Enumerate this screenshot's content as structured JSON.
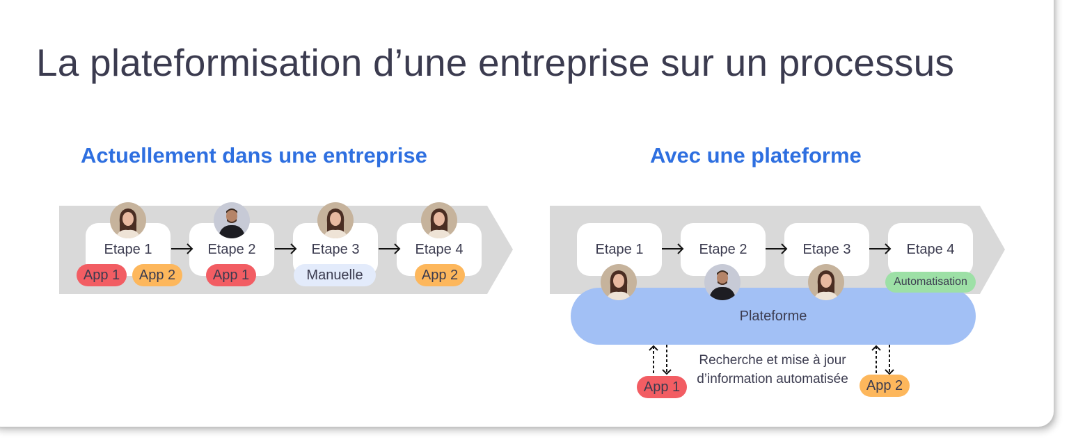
{
  "title": "La plateformisation d’une entreprise sur un processus",
  "colors": {
    "title_text": "#3b3b4f",
    "section_title": "#2e6fe0",
    "band_gray": "#d9d9d9",
    "app1_red": "#f25d63",
    "app2_orange": "#fdb75c",
    "manual_light": "#e3ebfb",
    "automation_green": "#9de0a6",
    "platform_blue": "#a2c0f5"
  },
  "left": {
    "heading": "Actuellement dans une entreprise",
    "steps": [
      {
        "label": "Etape 1",
        "avatar": "woman-avatar",
        "tags": [
          {
            "label": "App 1",
            "kind": "red"
          },
          {
            "label": "App 2",
            "kind": "orange"
          }
        ]
      },
      {
        "label": "Etape 2",
        "avatar": "man-avatar",
        "tags": [
          {
            "label": "App 1",
            "kind": "red"
          }
        ]
      },
      {
        "label": "Etape 3",
        "avatar": "woman-avatar",
        "tags": [
          {
            "label": "Manuelle",
            "kind": "light"
          }
        ]
      },
      {
        "label": "Etape 4",
        "avatar": "woman-avatar",
        "tags": [
          {
            "label": "App 2",
            "kind": "orange"
          }
        ]
      }
    ]
  },
  "right": {
    "heading": "Avec une plateforme",
    "steps": [
      {
        "label": "Etape 1",
        "avatar": "woman-avatar"
      },
      {
        "label": "Etape 2",
        "avatar": "man-avatar"
      },
      {
        "label": "Etape 3",
        "avatar": "woman-avatar"
      },
      {
        "label": "Etape 4",
        "tag": {
          "label": "Automatisation",
          "kind": "green"
        }
      }
    ],
    "platform_label": "Plateforme",
    "apps": [
      {
        "label": "App 1",
        "kind": "red"
      },
      {
        "label": "App 2",
        "kind": "orange"
      }
    ],
    "caption": "Recherche et mise à jour d’information automatisée"
  }
}
